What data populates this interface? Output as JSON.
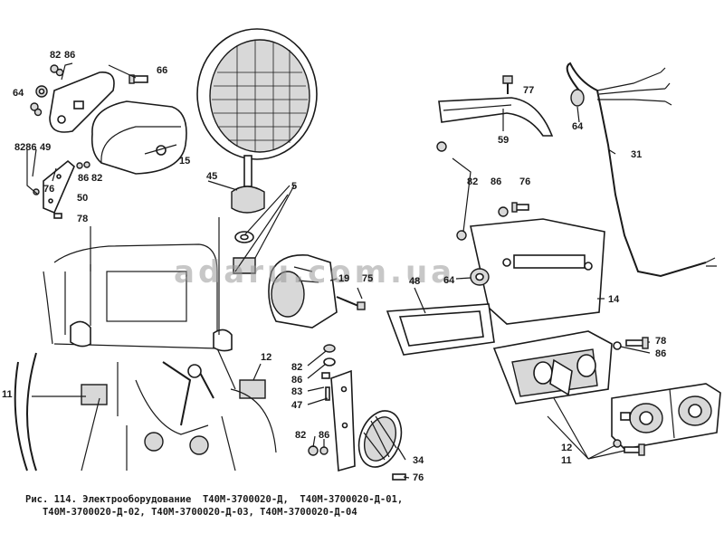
{
  "watermark": "adaru.com.ua",
  "caption": {
    "line1": "Рис. 114. Электрооборудование  Т40М-3700020-Д,  Т40М-3700020-Д-01,",
    "line2": "   Т40М-3700020-Д-02, Т40М-3700020-Д-03, Т40М-3700020-Д-04"
  },
  "labels": {
    "l82a": "82",
    "l86a": "86",
    "l66": "66",
    "l64a": "64",
    "l8286": "8286",
    "l49": "49",
    "l15": "15",
    "l86b": "86",
    "l82b": "82",
    "l76a": "76",
    "l50": "50",
    "l78a": "78",
    "l45": "45",
    "l5": "5",
    "l19": "19",
    "l75": "75",
    "l11a": "11",
    "l12a": "12",
    "l82c": "82",
    "l86c": "86",
    "l83": "83",
    "l47": "47",
    "l82d": "82",
    "l86d": "86",
    "l34": "34",
    "l76b": "76",
    "l77": "77",
    "l59": "59",
    "l64b": "64",
    "l31": "31",
    "l82e": "82",
    "l86e": "86",
    "l76c": "76",
    "l48": "48",
    "l64c": "64",
    "l14": "14",
    "l78b": "78",
    "l86f": "86",
    "l12b": "12",
    "l11b": "11"
  }
}
